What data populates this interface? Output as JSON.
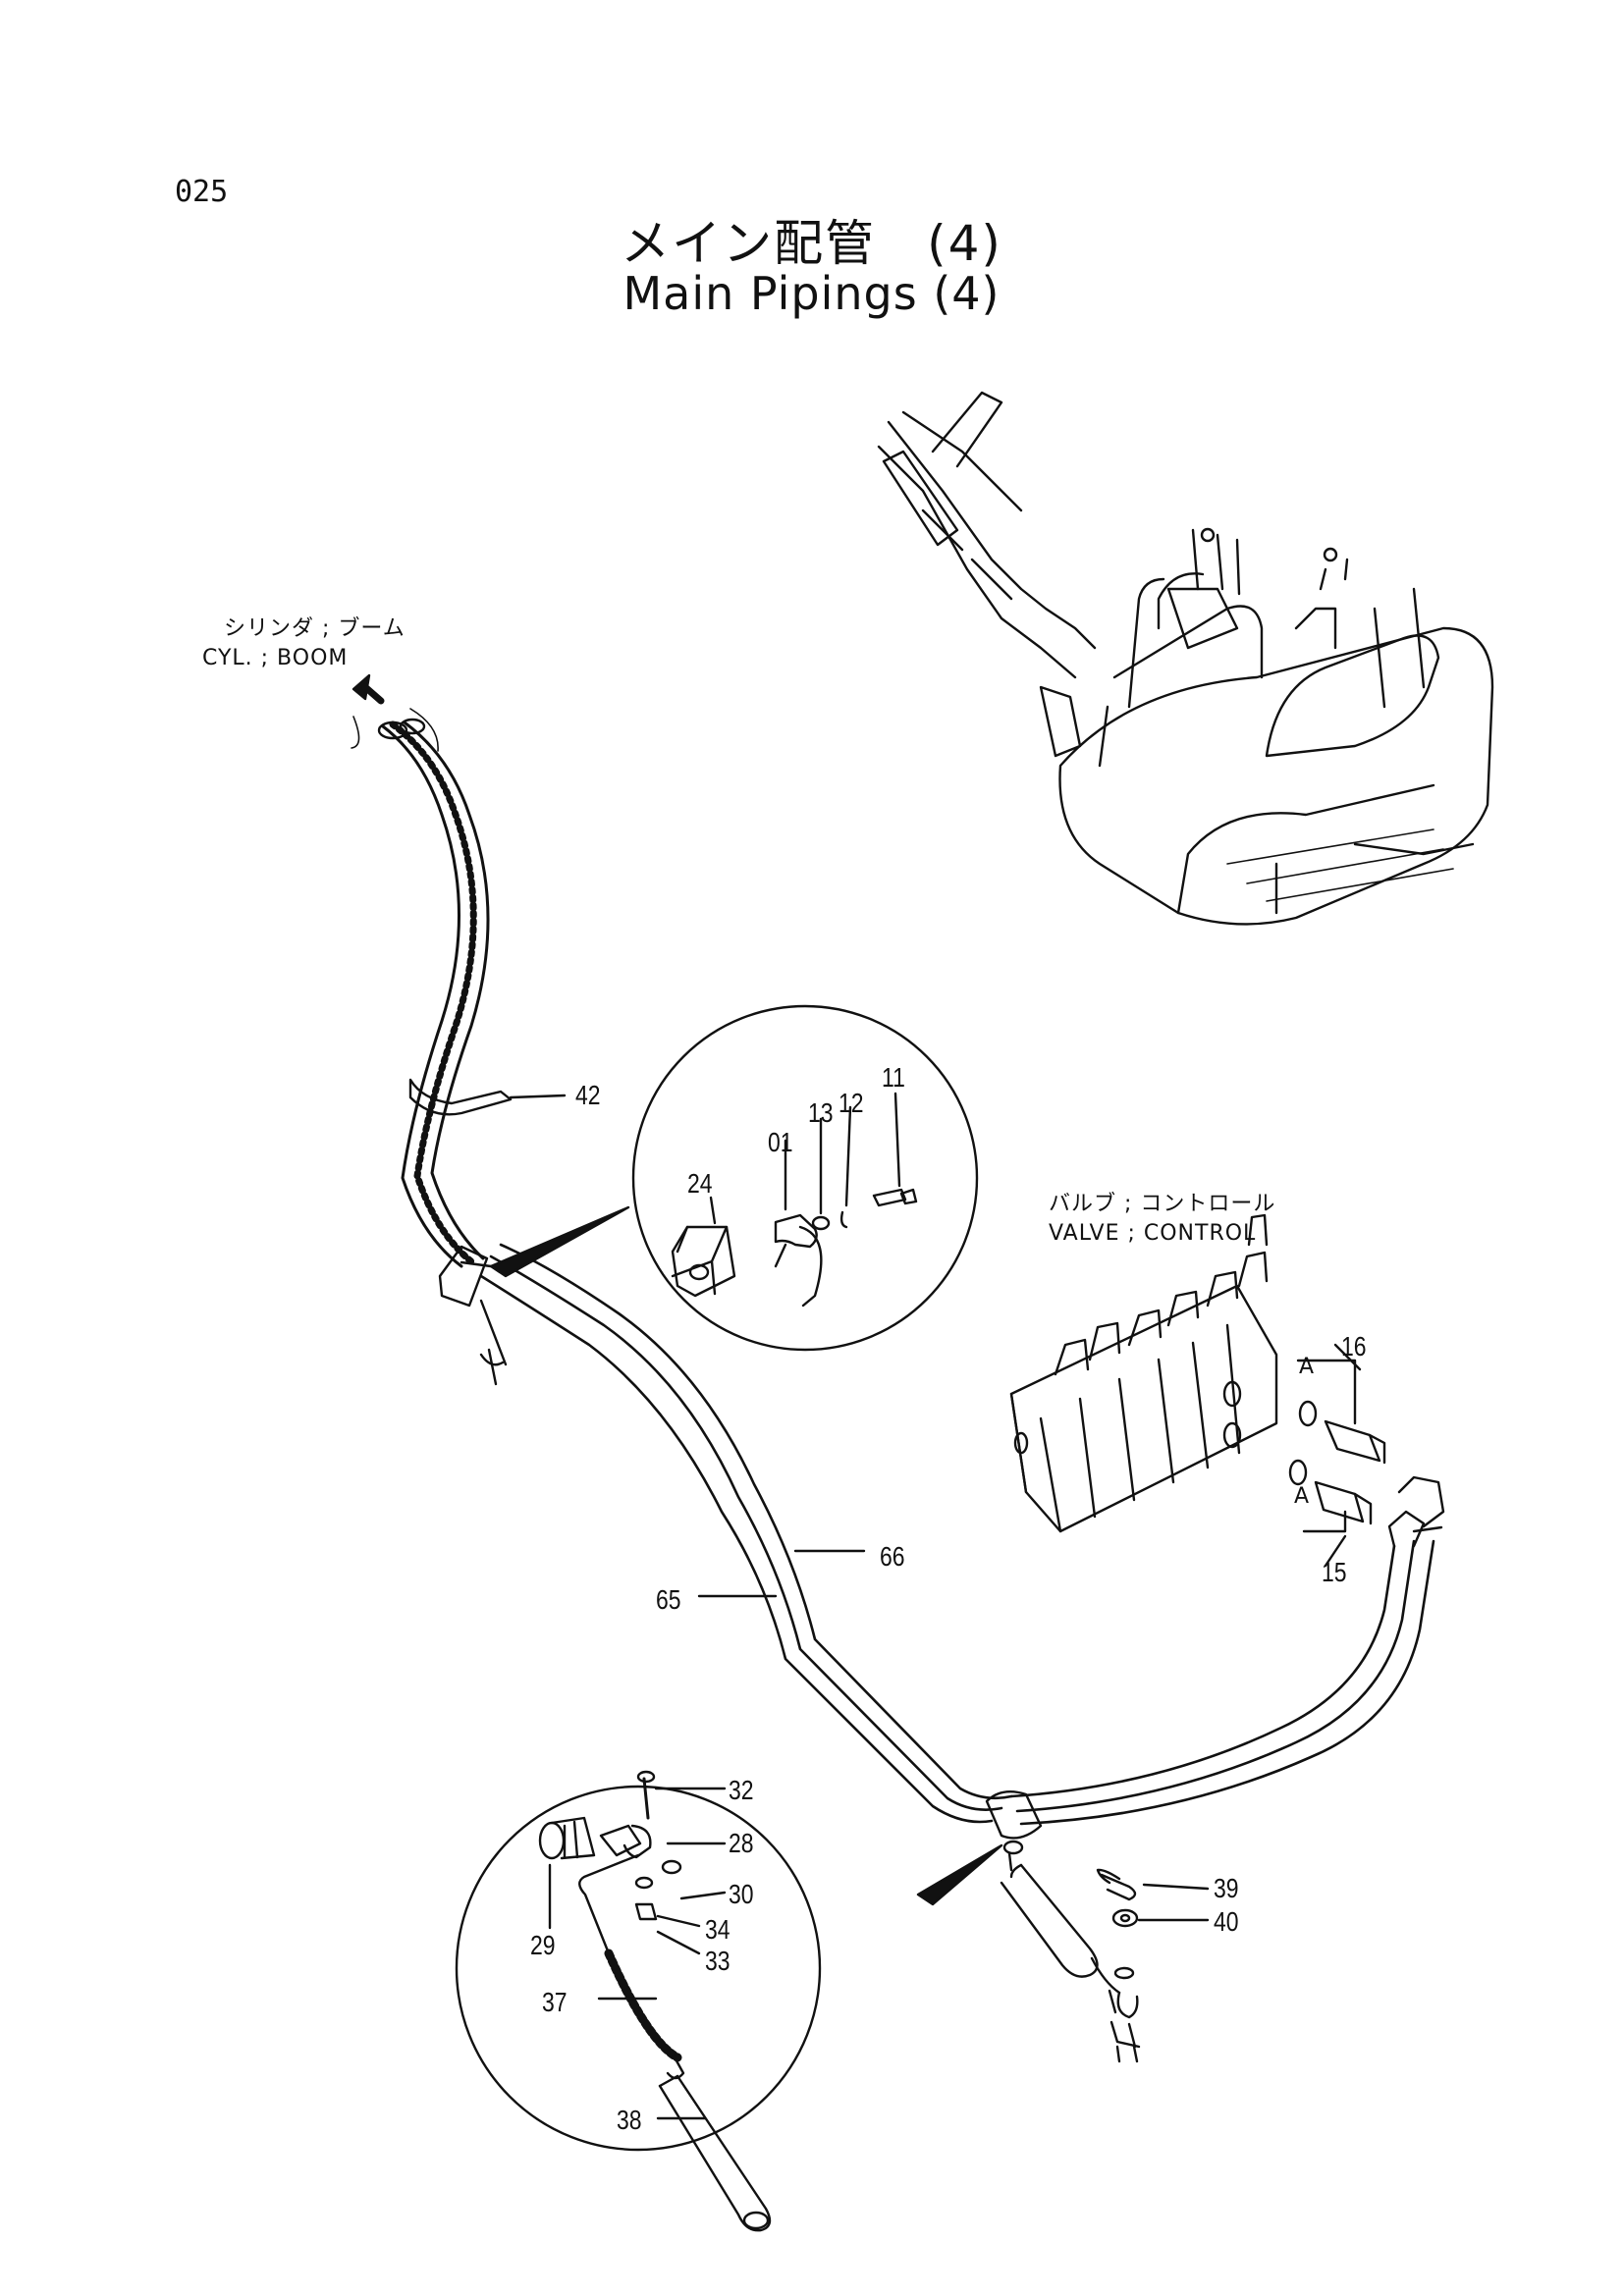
{
  "page": {
    "number": "025"
  },
  "title": {
    "japanese": "メイン配管　(4)",
    "english": "Main Pipings (4)"
  },
  "labels": {
    "cylinder_jp": "シリンダ ; ブーム",
    "cylinder_en": "CYL. ; BOOM",
    "valve_jp": "バルブ ; コントロール",
    "valve_en": "VALVE ; CONTROL",
    "port_a_top": "A",
    "port_a_bottom": "A"
  },
  "part_numbers": {
    "p42": "42",
    "p11": "11",
    "p12": "12",
    "p13": "13",
    "p01": "01",
    "p24": "24",
    "p16": "16",
    "p15": "15",
    "p66": "66",
    "p65": "65",
    "p32": "32",
    "p28": "28",
    "p30": "30",
    "p34": "34",
    "p33": "33",
    "p29": "29",
    "p37": "37",
    "p38": "38",
    "p39": "39",
    "p40": "40"
  }
}
